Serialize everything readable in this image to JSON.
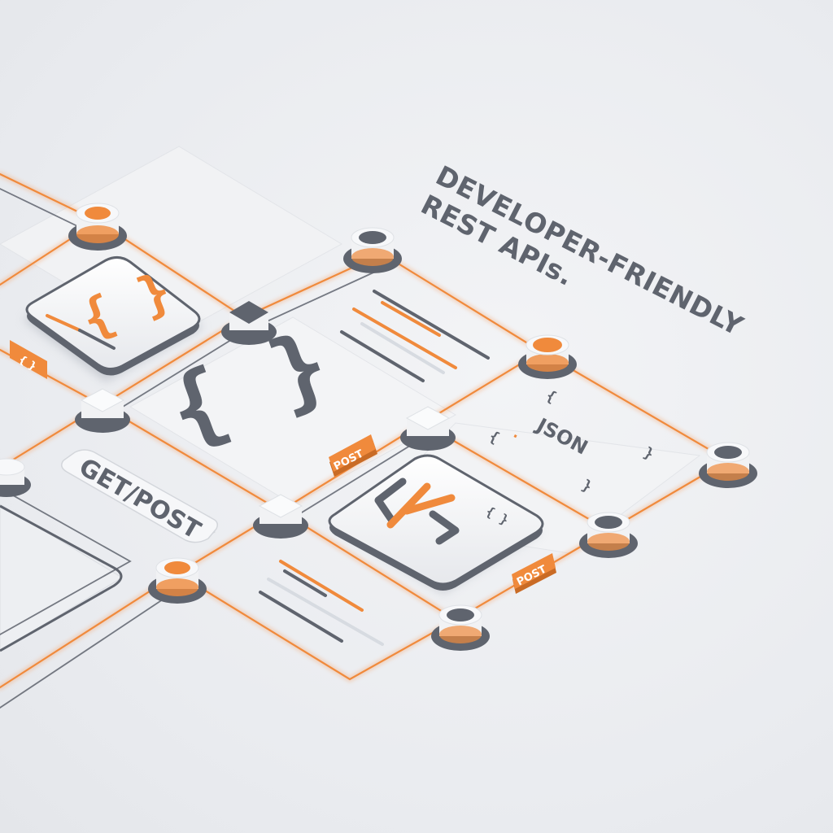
{
  "headline": {
    "line1": "DEVELOPER-FRIENDLY",
    "line2": "REST APIs."
  },
  "labels": {
    "get_post": "GET/POST",
    "json": "JSON",
    "post_tag_1": "POST",
    "post_tag_2": "POST",
    "small_tag": "{ }"
  },
  "colors": {
    "accent": "#f08a3c",
    "slate": "#5f646e",
    "tile": "#f4f5f7",
    "background": "#eceef1"
  },
  "icons": [
    "curly-braces-icon",
    "code-brackets-icon",
    "lines-icon"
  ]
}
